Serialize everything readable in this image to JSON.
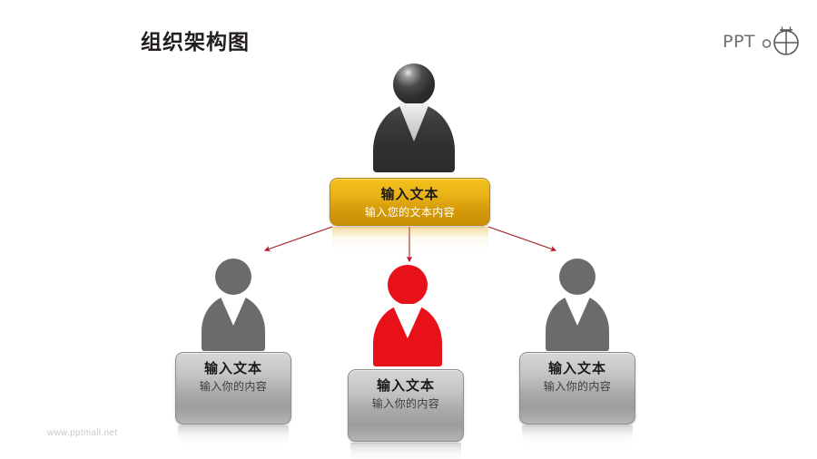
{
  "header": {
    "title": "组织架构图",
    "logo_text": "PPT",
    "logo_icon": "crosshair-circle-icon"
  },
  "watermark": {
    "text": "www.pptmall.net"
  },
  "colors": {
    "accent_yellow": "#e9b318",
    "accent_red": "#e8111a",
    "node_grey": "#a9a9a9",
    "figure_dark": "#313131",
    "figure_grey": "#6b6b6b",
    "connector": "#a01020",
    "title_text": "#231f20"
  },
  "chart_data": {
    "type": "diagram",
    "layout": "org-chart",
    "nodes": [
      {
        "id": "root",
        "title": "输入文本",
        "subtitle": "输入您的文本内容",
        "style": "yellow",
        "figure": "person-dark"
      },
      {
        "id": "child-left",
        "title": "输入文本",
        "subtitle": "输入你的内容",
        "style": "grey",
        "figure": "person-grey"
      },
      {
        "id": "child-mid",
        "title": "输入文本",
        "subtitle": "输入你的内容",
        "style": "grey",
        "figure": "person-red"
      },
      {
        "id": "child-right",
        "title": "输入文本",
        "subtitle": "输入你的内容",
        "style": "grey",
        "figure": "person-grey"
      }
    ],
    "edges": [
      {
        "from": "root",
        "to": "child-left",
        "arrow": true
      },
      {
        "from": "root",
        "to": "child-mid",
        "arrow": true
      },
      {
        "from": "root",
        "to": "child-right",
        "arrow": true
      }
    ]
  },
  "nodes": {
    "root": {
      "title": "输入文本",
      "subtitle": "输入您的文本内容"
    },
    "child_left": {
      "title": "输入文本",
      "subtitle": "输入你的内容"
    },
    "child_mid": {
      "title": "输入文本",
      "subtitle": "输入你的内容"
    },
    "child_right": {
      "title": "输入文本",
      "subtitle": "输入你的内容"
    }
  }
}
